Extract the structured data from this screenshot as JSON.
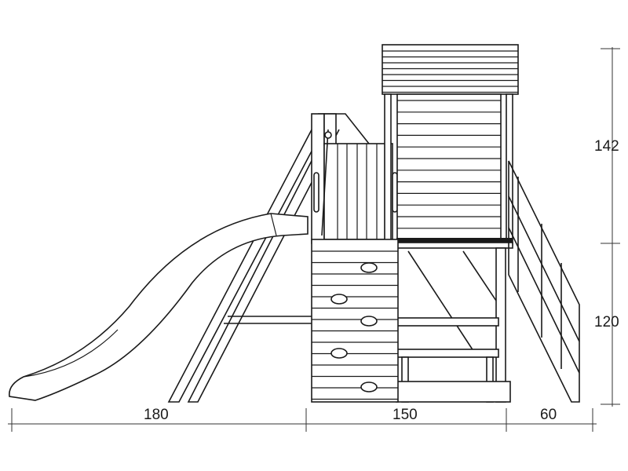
{
  "dimensions": {
    "width_slide": "180",
    "width_tower": "150",
    "width_stairs": "60",
    "height_upper": "142",
    "height_lower": "120"
  },
  "colors": {
    "line": "#1a1a1a",
    "background": "#ffffff"
  }
}
